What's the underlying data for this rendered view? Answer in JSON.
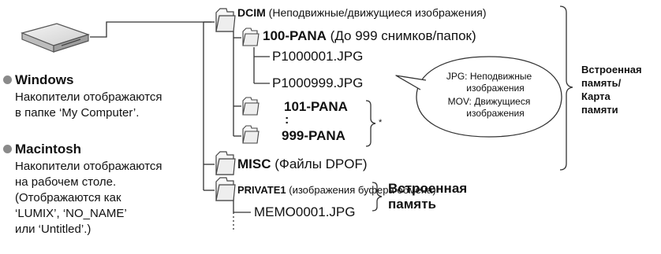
{
  "windows": {
    "title": "Windows",
    "line1": "Накопители отображаются",
    "line2": "в папке ‘My Computer’."
  },
  "mac": {
    "title": "Macintosh",
    "line1": "Накопители отображаются",
    "line2": "на рабочем столе.",
    "line3": "(Отображаются как",
    "line4": "‘LUMIX’, ‘NO_NAME’",
    "line5": "или ‘Untitled’.)"
  },
  "tree": {
    "dcim": {
      "name": "DCIM",
      "desc": "(Неподвижные/движущиеся изображения)"
    },
    "pana100": {
      "name": "100-PANA",
      "desc": "(До 999 снимков/папок)"
    },
    "file_first": "P1000001.JPG",
    "file_last": "P1000999.JPG",
    "pana101": "101-PANA",
    "ellipsis": ":",
    "pana999": "999-PANA",
    "asterisk": "*",
    "misc": {
      "name": "MISC",
      "desc": "(Файлы DPOF)"
    },
    "private1": {
      "name": "PRIVATE1",
      "desc": "(изображения буфера обмена)"
    },
    "memo": "MEMO0001.JPG"
  },
  "bubble": {
    "line1": "JPG: Неподвижные",
    "line2": "изображения",
    "line3": "MOV: Движущиеся",
    "line4": "изображения"
  },
  "labels": {
    "builtin_card": [
      "Встроенная",
      "память/",
      "Карта",
      "памяти"
    ],
    "builtin_only": [
      "Встроенная",
      "память"
    ]
  }
}
